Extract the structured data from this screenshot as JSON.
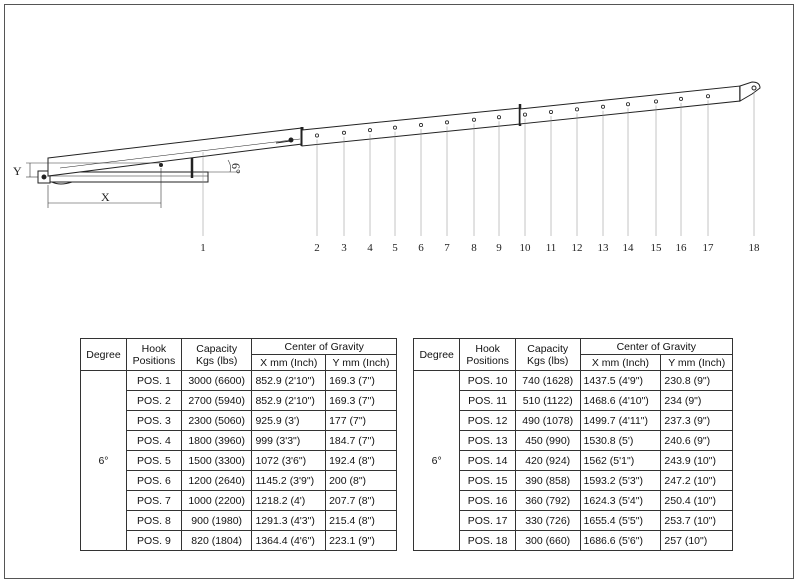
{
  "diagram": {
    "x_label": "X",
    "y_label": "Y",
    "angle_label": "6°",
    "position_labels": [
      "1",
      "2",
      "3",
      "4",
      "5",
      "6",
      "7",
      "8",
      "9",
      "10",
      "11",
      "12",
      "13",
      "14",
      "15",
      "16",
      "17",
      "18"
    ]
  },
  "table_headers": {
    "degree": "Degree",
    "hook_positions": [
      "Hook",
      "Positions"
    ],
    "capacity": [
      "Capacity",
      "Kgs (lbs)"
    ],
    "center_of_gravity": "Center of Gravity",
    "x_col": "X mm (Inch)",
    "y_col": "Y mm (Inch)"
  },
  "tables": [
    {
      "degree": "6°",
      "rows": [
        {
          "pos": "POS. 1",
          "capacity": "3000 (6600)",
          "x": "852.9 (2'10\")",
          "y": "169.3 (7\")"
        },
        {
          "pos": "POS. 2",
          "capacity": "2700 (5940)",
          "x": "852.9 (2'10\")",
          "y": "169.3 (7\")"
        },
        {
          "pos": "POS. 3",
          "capacity": "2300 (5060)",
          "x": "925.9 (3')",
          "y": "177 (7\")"
        },
        {
          "pos": "POS. 4",
          "capacity": "1800 (3960)",
          "x": "999 (3'3\")",
          "y": "184.7 (7\")"
        },
        {
          "pos": "POS. 5",
          "capacity": "1500 (3300)",
          "x": "1072 (3'6\")",
          "y": "192.4 (8\")"
        },
        {
          "pos": "POS. 6",
          "capacity": "1200 (2640)",
          "x": "1145.2 (3'9\")",
          "y": "200 (8\")"
        },
        {
          "pos": "POS. 7",
          "capacity": "1000 (2200)",
          "x": "1218.2 (4')",
          "y": "207.7 (8\")"
        },
        {
          "pos": "POS. 8",
          "capacity": "900 (1980)",
          "x": "1291.3 (4'3\")",
          "y": "215.4 (8\")"
        },
        {
          "pos": "POS. 9",
          "capacity": "820 (1804)",
          "x": "1364.4 (4'6\")",
          "y": "223.1 (9\")"
        }
      ]
    },
    {
      "degree": "6°",
      "rows": [
        {
          "pos": "POS. 10",
          "capacity": "740 (1628)",
          "x": "1437.5 (4'9\")",
          "y": "230.8 (9\")"
        },
        {
          "pos": "POS. 11",
          "capacity": "510 (1122)",
          "x": "1468.6 (4'10\")",
          "y": "234 (9\")"
        },
        {
          "pos": "POS. 12",
          "capacity": "490 (1078)",
          "x": "1499.7 (4'11\")",
          "y": "237.3 (9\")"
        },
        {
          "pos": "POS. 13",
          "capacity": "450 (990)",
          "x": "1530.8 (5')",
          "y": "240.6 (9\")"
        },
        {
          "pos": "POS. 14",
          "capacity": "420 (924)",
          "x": "1562 (5'1\")",
          "y": "243.9 (10\")"
        },
        {
          "pos": "POS. 15",
          "capacity": "390 (858)",
          "x": "1593.2 (5'3\")",
          "y": "247.2 (10\")"
        },
        {
          "pos": "POS. 16",
          "capacity": "360 (792)",
          "x": "1624.3 (5'4\")",
          "y": "250.4 (10\")"
        },
        {
          "pos": "POS. 17",
          "capacity": "330 (726)",
          "x": "1655.4 (5'5\")",
          "y": "253.7 (10\")"
        },
        {
          "pos": "POS. 18",
          "capacity": "300 (660)",
          "x": "1686.6 (5'6\")",
          "y": "257 (10\")"
        }
      ]
    }
  ]
}
